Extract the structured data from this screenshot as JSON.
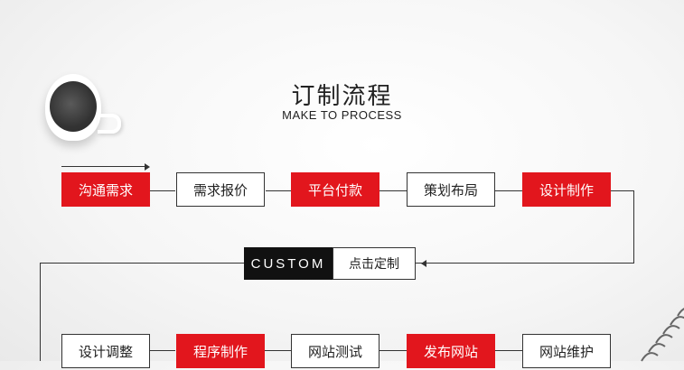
{
  "header": {
    "title_cn": "订制流程",
    "title_en": "MAKE TO PROCESS"
  },
  "row1": [
    {
      "label": "沟通需求",
      "style": "red"
    },
    {
      "label": "需求报价",
      "style": "white"
    },
    {
      "label": "平台付款",
      "style": "red"
    },
    {
      "label": "策划布局",
      "style": "white"
    },
    {
      "label": "设计制作",
      "style": "red"
    }
  ],
  "middle": {
    "custom_label": "CUSTOM",
    "custom_cn": "点击定制"
  },
  "row2": [
    {
      "label": "设计调整",
      "style": "white"
    },
    {
      "label": "程序制作",
      "style": "red"
    },
    {
      "label": "网站测试",
      "style": "white"
    },
    {
      "label": "发布网站",
      "style": "red"
    },
    {
      "label": "网站维护",
      "style": "white"
    }
  ],
  "colors": {
    "accent": "#e2161d",
    "dark": "#111111",
    "line": "#333333"
  }
}
